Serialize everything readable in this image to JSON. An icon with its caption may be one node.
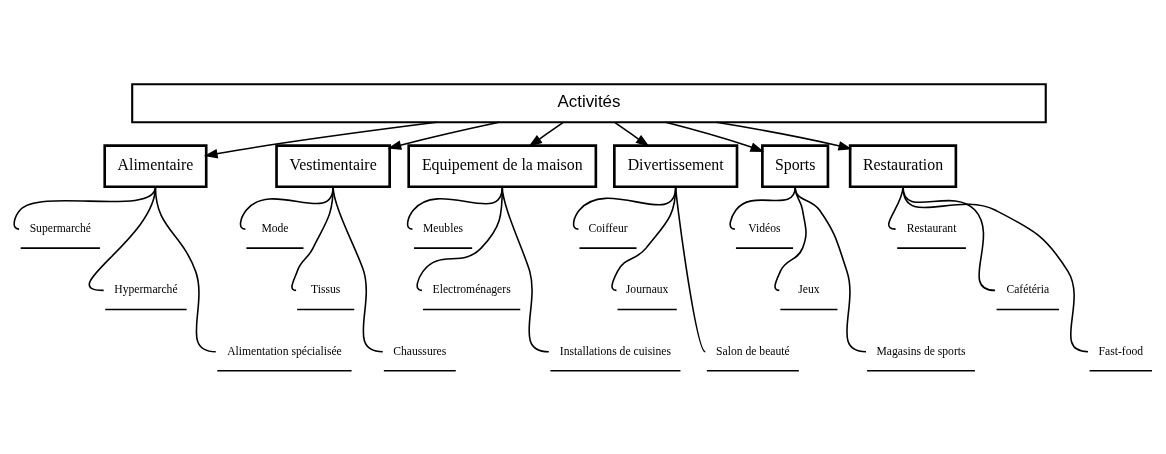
{
  "diagram": {
    "nodes": [
      {
        "text": [
          "Activités"
        ]
      },
      {
        "text": [
          "Alimentaire"
        ]
      },
      {
        "text": [
          "Vestimentaire"
        ]
      },
      {
        "text": [
          "Equipement de la maison"
        ]
      },
      {
        "text": [
          "Divertissement"
        ]
      },
      {
        "text": [
          "Sports"
        ]
      },
      {
        "text": [
          "Restauration"
        ]
      },
      {
        "text": [
          "Supermarché"
        ]
      },
      {
        "text": [
          "Hypermarché"
        ]
      },
      {
        "text": [
          "Alimentation spécialisée"
        ]
      },
      {
        "text": [
          "Mode"
        ]
      },
      {
        "text": [
          "Tissus"
        ]
      },
      {
        "text": [
          "Chaussures"
        ]
      },
      {
        "text": [
          "Meubles"
        ]
      },
      {
        "text": [
          "Electroménagers"
        ]
      },
      {
        "text": [
          "Installations de cuisines"
        ]
      },
      {
        "text": [
          "Coiffeur"
        ]
      },
      {
        "text": [
          "Journaux"
        ]
      },
      {
        "text": [
          "Salon de beauté"
        ]
      },
      {
        "text": [
          "Vidéos"
        ]
      },
      {
        "text": [
          "Jeux"
        ]
      },
      {
        "text": [
          "Magasins de sports"
        ]
      },
      {
        "text": [
          "Restaurant"
        ]
      },
      {
        "text": [
          "Cafétéria"
        ]
      },
      {
        "text": [
          "Fast-food"
        ]
      }
    ],
    "edges": [
      {
        "from": 0,
        "to": 1,
        "arrow": "to"
      },
      {
        "from": 0,
        "to": 2,
        "arrow": "to"
      },
      {
        "from": 0,
        "to": 3,
        "arrow": "to"
      },
      {
        "from": 0,
        "to": 4,
        "arrow": "to"
      },
      {
        "from": 0,
        "to": 5,
        "arrow": "to"
      },
      {
        "from": 0,
        "to": 6,
        "arrow": "to"
      },
      {
        "from": 1,
        "to": 7,
        "arrow": "none"
      },
      {
        "from": 1,
        "to": 8,
        "arrow": "none"
      },
      {
        "from": 1,
        "to": 9,
        "arrow": "none"
      },
      {
        "from": 2,
        "to": 10,
        "arrow": "none"
      },
      {
        "from": 2,
        "to": 11,
        "arrow": "none"
      },
      {
        "from": 2,
        "to": 12,
        "arrow": "none"
      },
      {
        "from": 3,
        "to": 13,
        "arrow": "none"
      },
      {
        "from": 3,
        "to": 14,
        "arrow": "none"
      },
      {
        "from": 3,
        "to": 15,
        "arrow": "none"
      },
      {
        "from": 4,
        "to": 16,
        "arrow": "none"
      },
      {
        "from": 4,
        "to": 17,
        "arrow": "none"
      },
      {
        "from": 4,
        "to": 18,
        "arrow": "none"
      },
      {
        "from": 5,
        "to": 19,
        "arrow": "none"
      },
      {
        "from": 5,
        "to": 20,
        "arrow": "none"
      },
      {
        "from": 5,
        "to": 21,
        "arrow": "none"
      },
      {
        "from": 6,
        "to": 22,
        "arrow": "none"
      },
      {
        "from": 6,
        "to": 23,
        "arrow": "none"
      },
      {
        "from": 6,
        "to": 24,
        "arrow": "none"
      }
    ]
  }
}
